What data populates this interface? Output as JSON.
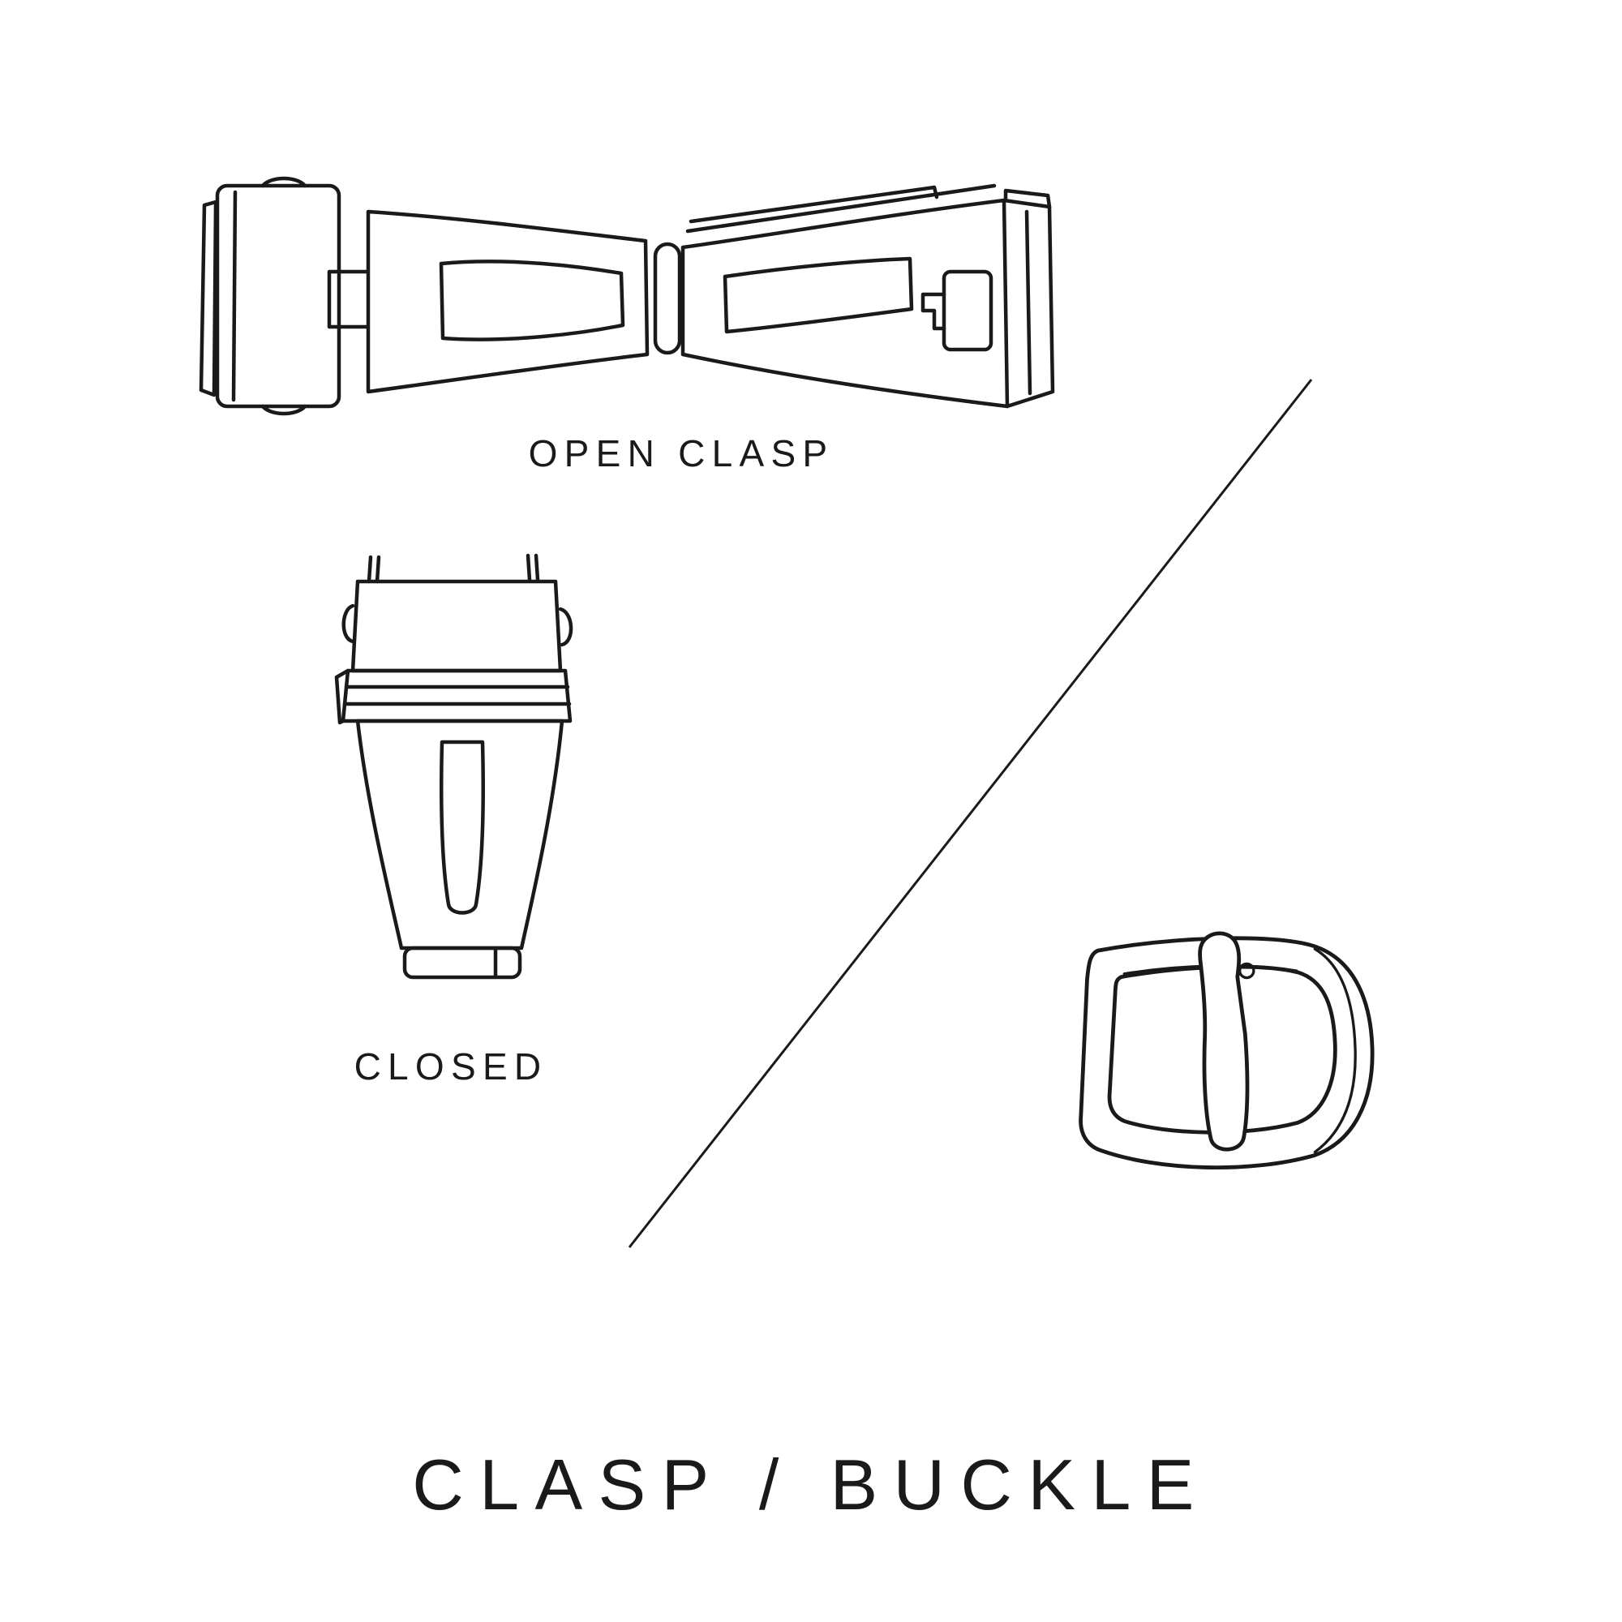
{
  "page": {
    "title": "CLASP / BUCKLE"
  },
  "figures": {
    "open_clasp": {
      "label": "OPEN CLASP",
      "icon": "open-clasp-drawing"
    },
    "closed_clasp": {
      "label": "CLOSED",
      "icon": "closed-clasp-drawing"
    },
    "buckle": {
      "icon": "tang-buckle-drawing"
    }
  },
  "divider": {
    "icon": "diagonal-divider-line"
  },
  "colors": {
    "ink": "#1a1a1a",
    "background": "#ffffff"
  }
}
